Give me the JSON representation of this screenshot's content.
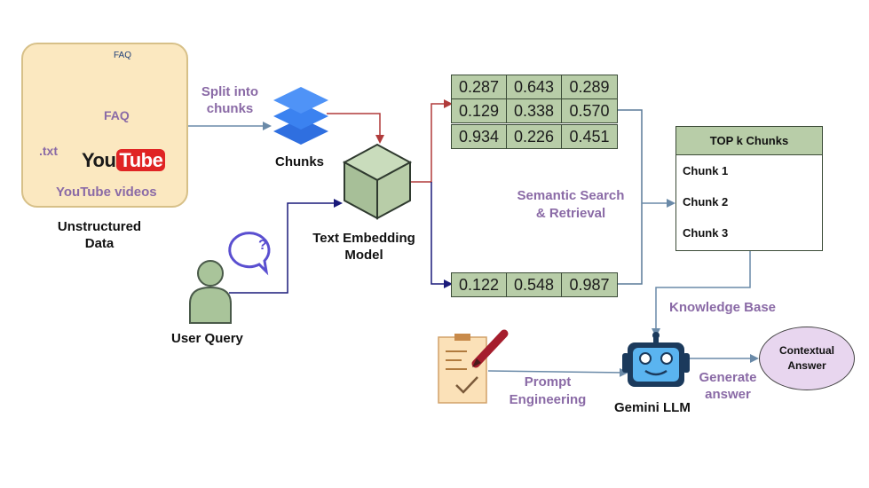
{
  "sources": {
    "txt_label": ".txt",
    "faq_banner": "FAQ",
    "faq_label": "FAQ",
    "youtube_logo": {
      "you": "You",
      "tube": "Tube"
    },
    "youtube_label": "YouTube videos",
    "group_label_line1": "Unstructured",
    "group_label_line2": "Data",
    "icons": [
      "document-icon",
      "faq-icon",
      "whatsapp-icon",
      "youtube-logo"
    ]
  },
  "split_label": {
    "line1": "Split into",
    "line2": "chunks"
  },
  "chunks_label": "Chunks",
  "embedding_label": {
    "line1": "Text Embedding",
    "line2": "Model"
  },
  "user_query_label": "User Query",
  "vectors": {
    "knowledge": [
      [
        "0.287",
        "0.643",
        "0.289"
      ],
      [
        "0.129",
        "0.338",
        "0.570"
      ],
      [
        "0.934",
        "0.226",
        "0.451"
      ]
    ],
    "query": [
      [
        "0.122",
        "0.548",
        "0.987"
      ]
    ]
  },
  "search_label": {
    "line1": "Semantic Search",
    "line2": "& Retrieval"
  },
  "topk": {
    "title": "TOP k Chunks",
    "items": [
      "Chunk 1",
      "Chunk 2",
      "Chunk 3"
    ]
  },
  "knowledge_base_label": "Knowledge Base",
  "prompt_label": {
    "line1": "Prompt",
    "line2": "Engineering"
  },
  "llm_label": "Gemini LLM",
  "generate_label": {
    "line1": "Generate",
    "line2": "answer"
  },
  "answer_label": {
    "line1": "Contextual",
    "line2": "Answer"
  },
  "colors": {
    "accent_purple": "#8a6aa6",
    "vector_fill": "#b8cda8",
    "source_box": "#fbe8c0",
    "chunk_blue": "#3b82f0",
    "arrow_red": "#b03a3a",
    "arrow_navy": "#1a1a7a",
    "arrow_gray": "#6a8aa8"
  }
}
